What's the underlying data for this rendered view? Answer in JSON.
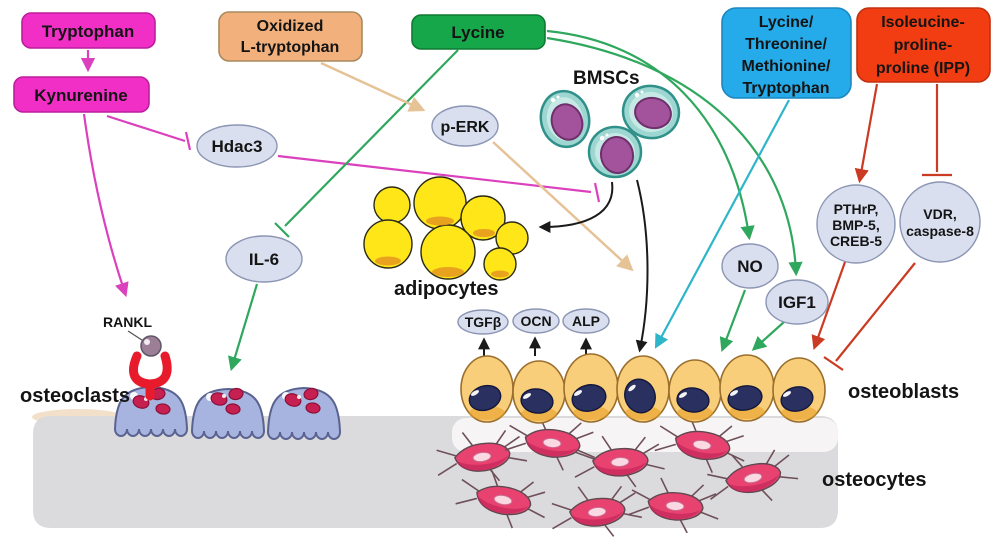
{
  "figure": {
    "description": "Amino-acid signalling pathways regulating bone cells"
  },
  "colors": {
    "magenta-box": "#F12FC7",
    "magenta-box-border": "#BC1F9B",
    "orange-box": "#F2B07C",
    "orange-box-border": "#A98A5F",
    "green-box": "#17A74B",
    "green-box-border": "#0E7A32",
    "blue-box": "#25AAEA",
    "blue-box-border": "#1C88C0",
    "red-box": "#F23D12",
    "red-box-border": "#C03010",
    "node-fill": "#D9DFEF",
    "node-stroke": "#8C96B4",
    "line-magenta": "#DB41BD",
    "line-green": "#2FA75D",
    "line-teal": "#2EB5C9",
    "line-tan": "#E6C297",
    "line-red": "#CB3A22",
    "line-black": "#1A1A1A",
    "bmsc-body": "#9ED6D1",
    "bmsc-inner": "#C6E9E5",
    "bmsc-nucleus": "#A2539B",
    "adipocyte-fill": "#FFE619",
    "adipocyte-shade": "#E79A1F",
    "osteoblast-fill": "#F8CE7B",
    "osteoblast-nucleus": "#2A3160",
    "osteoclast-fill": "#A8B4E0",
    "osteoclast-granule": "#C62052",
    "osteocyte-fill": "#E84370",
    "receptor-red": "#E71B2C",
    "rankl-ball": "#9C7F96",
    "bone-gray": "#DBDBDD",
    "ledge-white": "#F6F4F5",
    "bone-peach": "#F2E0CA"
  },
  "boxes": {
    "tryptophan": {
      "label": "Tryptophan"
    },
    "kynurenine": {
      "label": "Kynurenine"
    },
    "oxidized": {
      "line1": "Oxidized",
      "line2": "L-tryptophan"
    },
    "lycine": {
      "label": "Lycine"
    },
    "amino": {
      "line1": "Lycine/",
      "line2": "Threonine/",
      "line3": "Methionine/",
      "line4": "Tryptophan"
    },
    "ipp": {
      "line1": "Isoleucine-",
      "line2": "proline-",
      "line3": "proline (IPP)"
    }
  },
  "nodes": {
    "hdac3": {
      "label": "Hdac3"
    },
    "perk": {
      "label": "p-ERK"
    },
    "il6": {
      "label": "IL-6"
    },
    "no": {
      "label": "NO"
    },
    "igf1": {
      "label": "IGF1"
    },
    "pthrp": {
      "line1": "PTHrP,",
      "line2": "BMP-5,",
      "line3": "CREB-5"
    },
    "vdr": {
      "line1": "VDR,",
      "line2": "caspase-8"
    },
    "tgfb": {
      "label": "TGFβ"
    },
    "ocn": {
      "label": "OCN"
    },
    "alp": {
      "label": "ALP"
    }
  },
  "labels": {
    "bmscs": "BMSCs",
    "adipocytes": "adipocytes",
    "osteoclasts": "osteoclasts",
    "osteoblasts": "osteoblasts",
    "osteocytes": "osteocytes",
    "rankl": "RANKL"
  }
}
